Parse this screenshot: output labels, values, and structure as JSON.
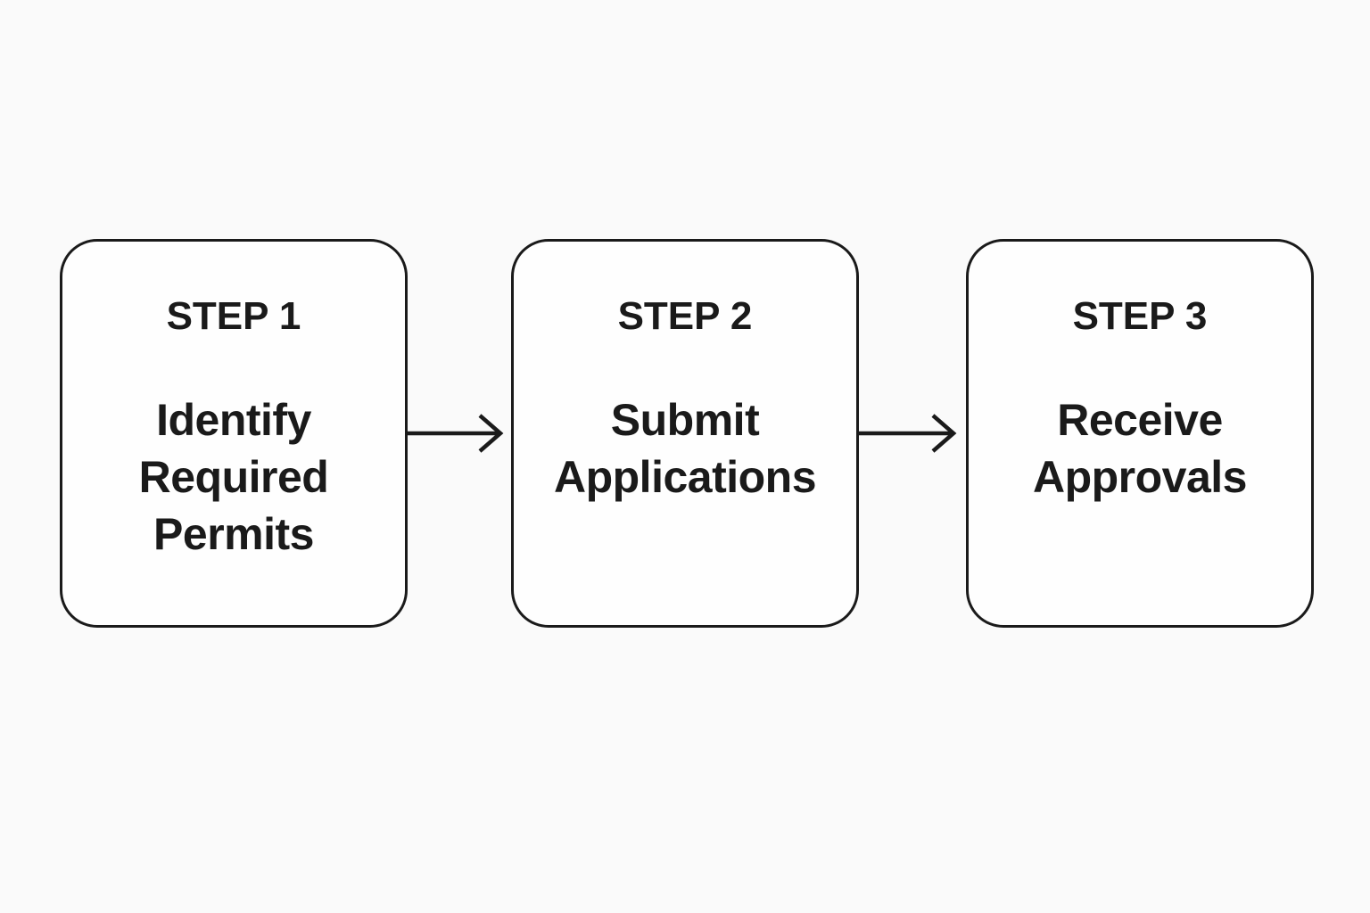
{
  "diagram": {
    "type": "flowchart",
    "direction": "left-to-right",
    "colors": {
      "page_background": "#fafafa",
      "box_fill": "#fefefe",
      "box_border": "#1a1a1a",
      "text": "#1a1a1a",
      "arrow": "#1a1a1a"
    },
    "steps": [
      {
        "label": "STEP 1",
        "title": "Identify Required Permits"
      },
      {
        "label": "STEP 2",
        "title": "Submit Applications"
      },
      {
        "label": "STEP 3",
        "title": "Receive Approvals"
      }
    ],
    "connectors": [
      {
        "from": "STEP 1",
        "to": "STEP 2",
        "icon": "arrow-right"
      },
      {
        "from": "STEP 2",
        "to": "STEP 3",
        "icon": "arrow-right"
      }
    ]
  }
}
